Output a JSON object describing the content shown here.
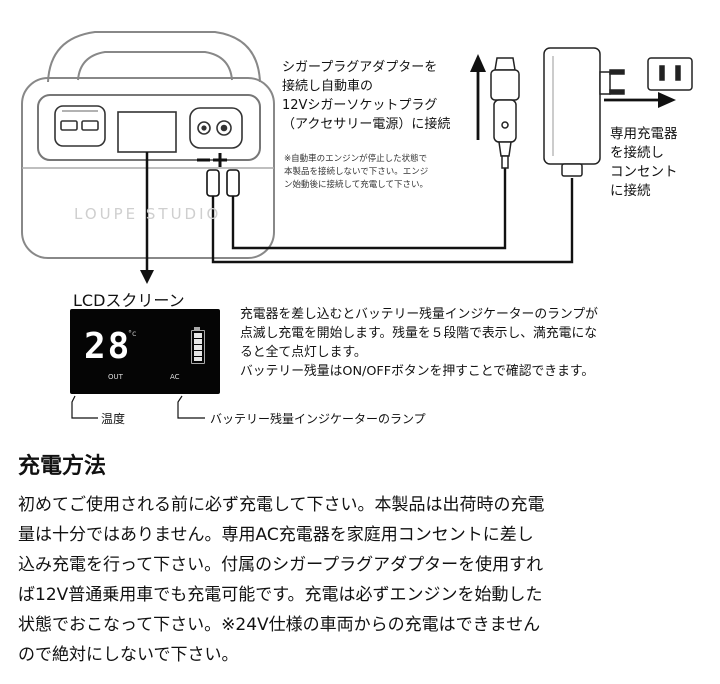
{
  "adapter_text": "シガープラグアダプターを\n接続し自動車の\n12Vシガーソケットプラグ\n（アクセサリー電源）に接続",
  "adapter_note": "※自動車のエンジンが停止した状態で\n本製品を接続しないで下さい。エンジ\nン始動後に接続して充電して下さい。",
  "charger_text": "専用充電器\nを接続し\nコンセント\nに接続",
  "watermark": "LOUPE STUDIO",
  "lcd_label": "LCDスクリーン",
  "lcd": {
    "temperature": "28",
    "unit": "°c",
    "out_label": "OUT",
    "ac_label": "AC",
    "battery_level": 1.0
  },
  "lamp_text": "充電器を差し込むとバッテリー残量インジケーターのランプが\n点滅し充電を開始します。残量を５段階で表示し、満充電にな\nると全て点灯します。\nバッテリー残量はON/OFFボタンを押すことで確認できます。",
  "temp_label": "温度",
  "battery_lamp_label": "バッテリー残量インジケーターのランプ",
  "section_heading": "充電方法",
  "body_text": "初めてご使用される前に必ず充電して下さい。本製品は出荷時の充電\n量は十分ではありません。専用AC充電器を家庭用コンセントに差し\n込み充電を行って下さい。付属のシガープラグアダプターを使用すれ\nば12V普通乗用車でも充電可能です。充電は必ずエンジンを始動した\n状態でおこなって下さい。※24V仕様の車両からの充電はできません\nので絶対にしないで下さい。"
}
